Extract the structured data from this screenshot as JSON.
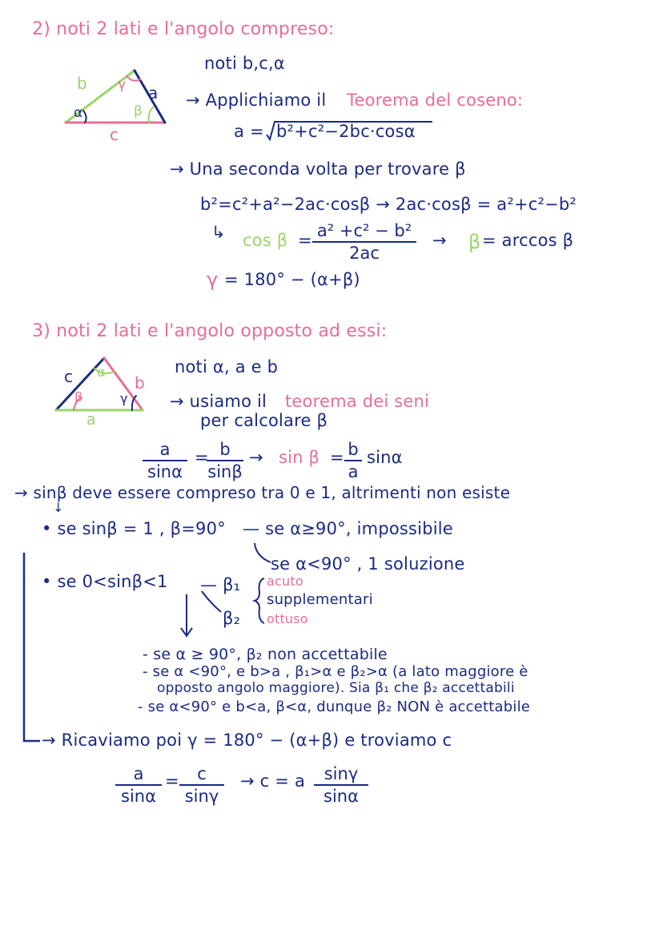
{
  "section2": {
    "title": "2) noti 2 lati e l'angolo compreso:",
    "known": "noti b,c,α",
    "triangle": {
      "side_a": "a",
      "side_b": "b",
      "side_c": "c",
      "angle_alpha": "α",
      "angle_beta": "β",
      "angle_gamma": "γ"
    },
    "apply_prefix": "→ Applichiamo il",
    "apply_theorem": "Teorema del coseno:",
    "formula_a_lhs": "a =",
    "formula_a_root": "b²+c²−2bc·cosα",
    "second_time": "→ Una seconda volta per trovare β",
    "eq_b2": "b²=c²+a²−2ac·cosβ → 2ac·cosβ = a²+c²−b²",
    "arrow_hook": "↳",
    "cos_beta": "cos β",
    "eq_sign": "=",
    "frac_num": "a² +c² − b²",
    "frac_den": "2ac",
    "then_arrow": "→",
    "beta_sym": "β",
    "beta_res": "= arccos β",
    "gamma_sym": "γ",
    "gamma_res": "= 180° − (α+β)"
  },
  "section3": {
    "title": "3) noti 2 lati e l'angolo opposto ad essi:",
    "known": "noti α, a e b",
    "triangle": {
      "side_a": "a",
      "side_b": "b",
      "side_c": "c",
      "angle_alpha": "α",
      "angle_beta": "β",
      "angle_gamma": "γ"
    },
    "use_prefix": "→ usiamo il",
    "use_theorem": "teorema dei seni",
    "use_rest": "per calcolare β",
    "sine_frac1_num": "a",
    "sine_frac1_den": "sinα",
    "sine_eq": "=",
    "sine_frac2_num": "b",
    "sine_frac2_den": "sinβ",
    "sine_arrow": "→",
    "sin_beta": "sin β",
    "sine_eq2": "=",
    "sine_frac3_num": "b",
    "sine_frac3_den": "a",
    "sine_tail": "sinα",
    "range_note": "→ sinβ deve essere compreso tra 0 e 1, altrimenti non esiste",
    "down_arrow": "↓",
    "case1": "• se sinβ = 1 , β=90°",
    "case1_a": "— se α≥90°, impossibile",
    "case1_b": "se α<90° , 1 soluzione",
    "case2": "• se 0<sinβ<1",
    "beta1": "— β₁",
    "beta2": "β₂",
    "acuto": "acuto",
    "supplementari": "supplementari",
    "ottuso": "ottuso",
    "sub1": "- se α ≥ 90°, β₂ non accettabile",
    "sub2": "- se α <90°, e b>a , β₁>α e β₂>α (a lato maggiore è",
    "sub2b": "opposto angolo maggiore). Sia β₁ che β₂ accettabili",
    "sub3": "- se α<90° e b<a, β<α, dunque β₂ NON è accettabile",
    "final": "→ Ricaviamo poi γ = 180° − (α+β)  e troviamo c",
    "law_num1": "a",
    "law_den1": "sinα",
    "law_eq": "=",
    "law_num2": "c",
    "law_den2": "sinγ",
    "law_arrow": "→ c = a",
    "law_num3": "sinγ",
    "law_den3": "sinα"
  },
  "colors": {
    "navy": "#1b2a83",
    "pink": "#e86d95",
    "green": "#9bd46a"
  }
}
